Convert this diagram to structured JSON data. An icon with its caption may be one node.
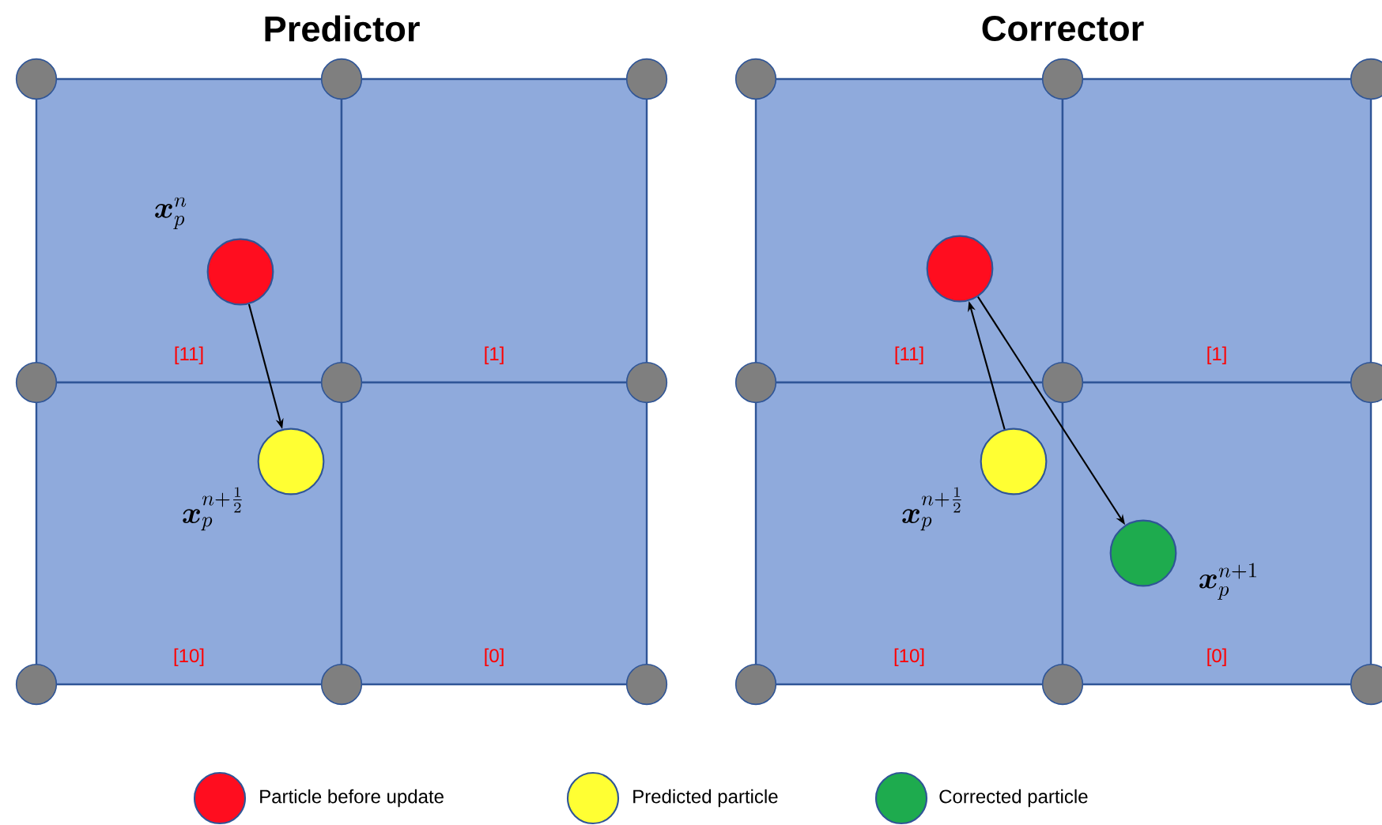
{
  "diagram": {
    "nodes": [
      {
        "text": [
          "[11]"
        ]
      },
      {
        "text": [
          "[1]"
        ]
      },
      {
        "text": [
          "[10]"
        ]
      },
      {
        "text": [
          "[0]"
        ]
      },
      {
        "text": [
          "[11]"
        ]
      },
      {
        "text": [
          "[1]"
        ]
      },
      {
        "text": [
          "[10]"
        ]
      },
      {
        "text": [
          "[0]"
        ]
      },
      {
        "text": [],
        "shape": "circle",
        "in": 0,
        "beside": [
          "\\boldsymbol{x}_{p}^{n}"
        ]
      },
      {
        "text": [],
        "shape": "circle",
        "in": 2,
        "beside": [
          "\\boldsymbol{x}_{p}^{n+\\frac{1}{2}}"
        ]
      },
      {
        "text": [],
        "shape": "circle",
        "in": 4
      },
      {
        "text": [],
        "shape": "circle",
        "in": 6,
        "beside": [
          "\\boldsymbol{x}_{p}^{n+\\frac{1}{2}}"
        ]
      },
      {
        "text": [],
        "shape": "circle",
        "in": 7,
        "beside": [
          "\\boldsymbol{x}_{p}^{n+1}"
        ]
      }
    ],
    "edges": [
      {
        "from": 8,
        "to": 9,
        "arrow": "to"
      },
      {
        "from": 11,
        "to": 10,
        "arrow": "to"
      },
      {
        "from": 10,
        "to": 12,
        "arrow": "to"
      }
    ],
    "labels": [
      "Predictor",
      "Corrector"
    ],
    "legend": [
      {
        "text": "Particle before update",
        "color": "#ff0d1f"
      },
      {
        "text": "Predicted particle",
        "color": "#ffff33"
      },
      {
        "text": "Corrected particle",
        "color": "#1eab4e"
      }
    ]
  }
}
